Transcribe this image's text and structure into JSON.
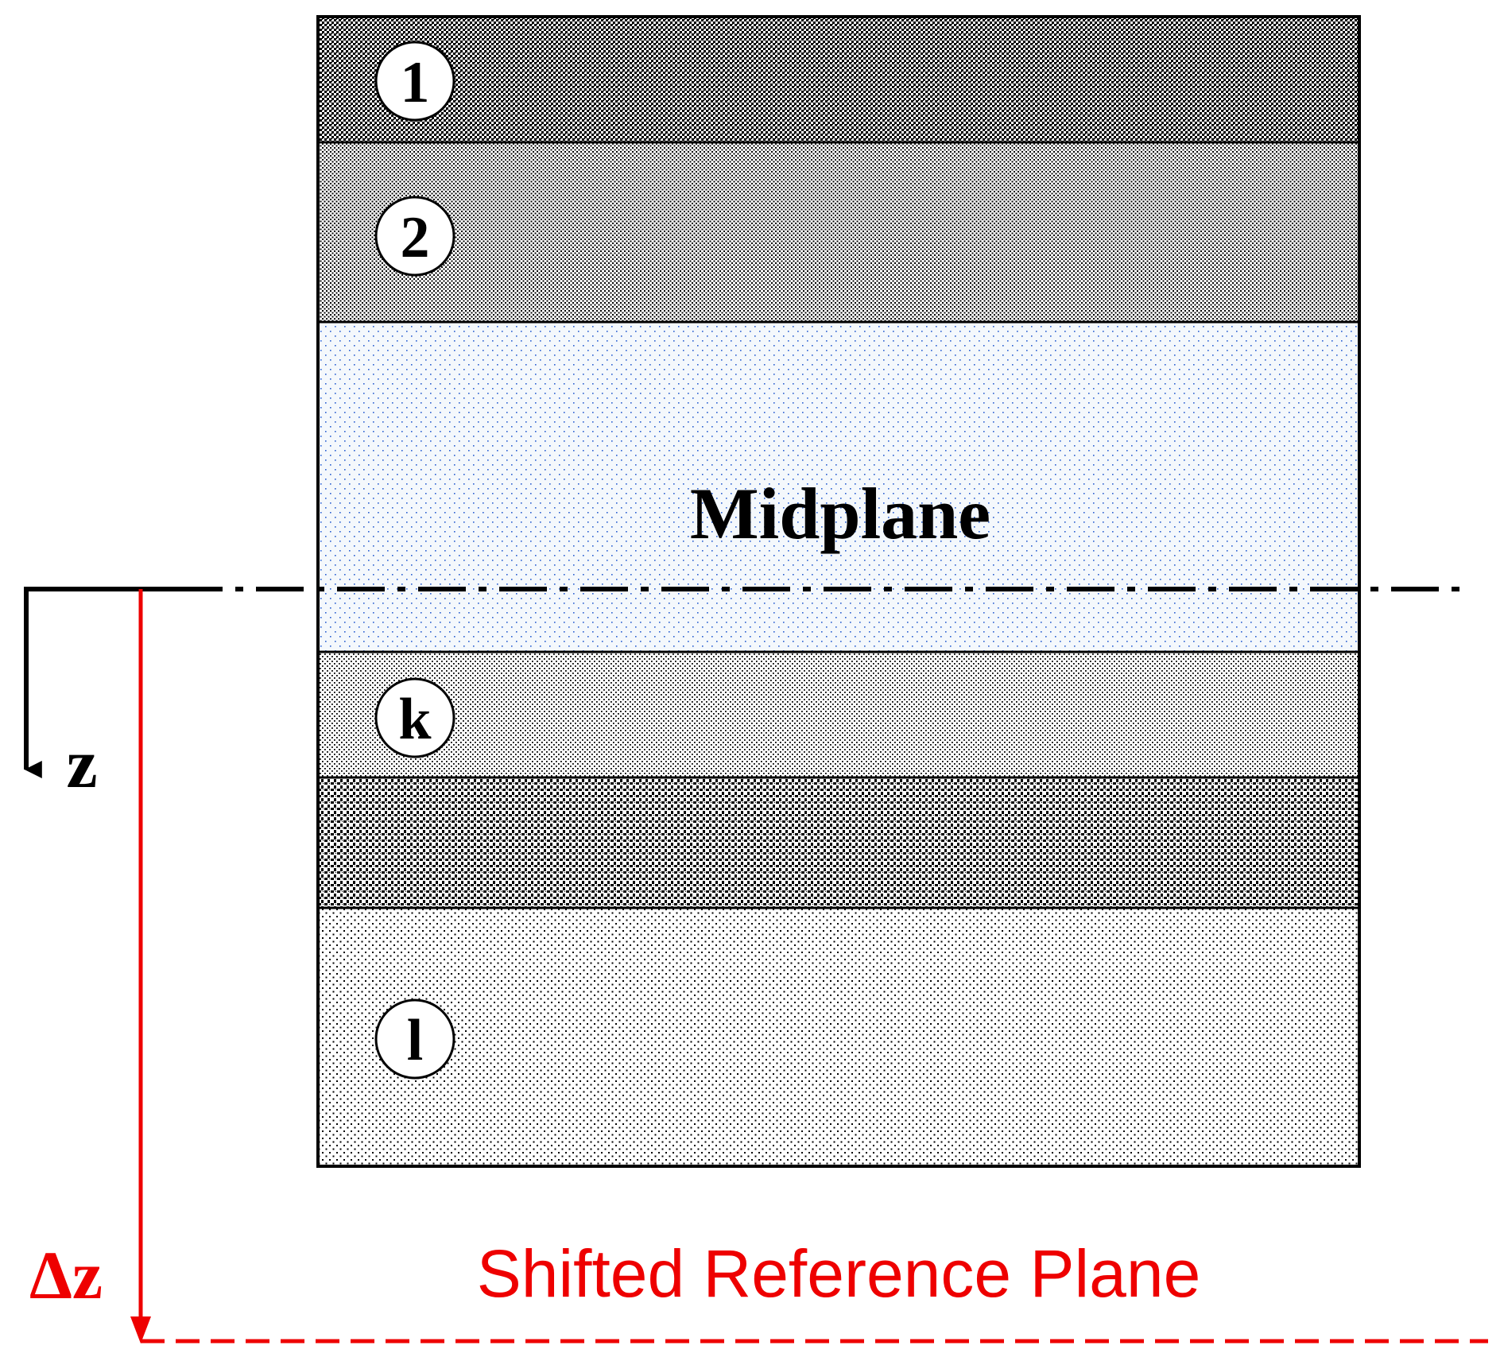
{
  "layers": [
    {
      "id": "1",
      "label": "1",
      "pattern": "dense-dark"
    },
    {
      "id": "2",
      "label": "2",
      "pattern": "medium-dark"
    },
    {
      "id": "mid",
      "label": "",
      "pattern": "blue-dots"
    },
    {
      "id": "k",
      "label": "k",
      "pattern": "light-gray"
    },
    {
      "id": "unlabeled",
      "label": "",
      "pattern": "coarse-dark"
    },
    {
      "id": "l",
      "label": "l",
      "pattern": "sparse-gray"
    }
  ],
  "labels": {
    "midplane": "Midplane",
    "z_axis": "z",
    "delta_z": "Δz",
    "shifted_plane": "Shifted Reference Plane"
  },
  "colors": {
    "outline": "#000000",
    "shift": "#ee0000",
    "mid_dots": "#2a5fd0"
  }
}
